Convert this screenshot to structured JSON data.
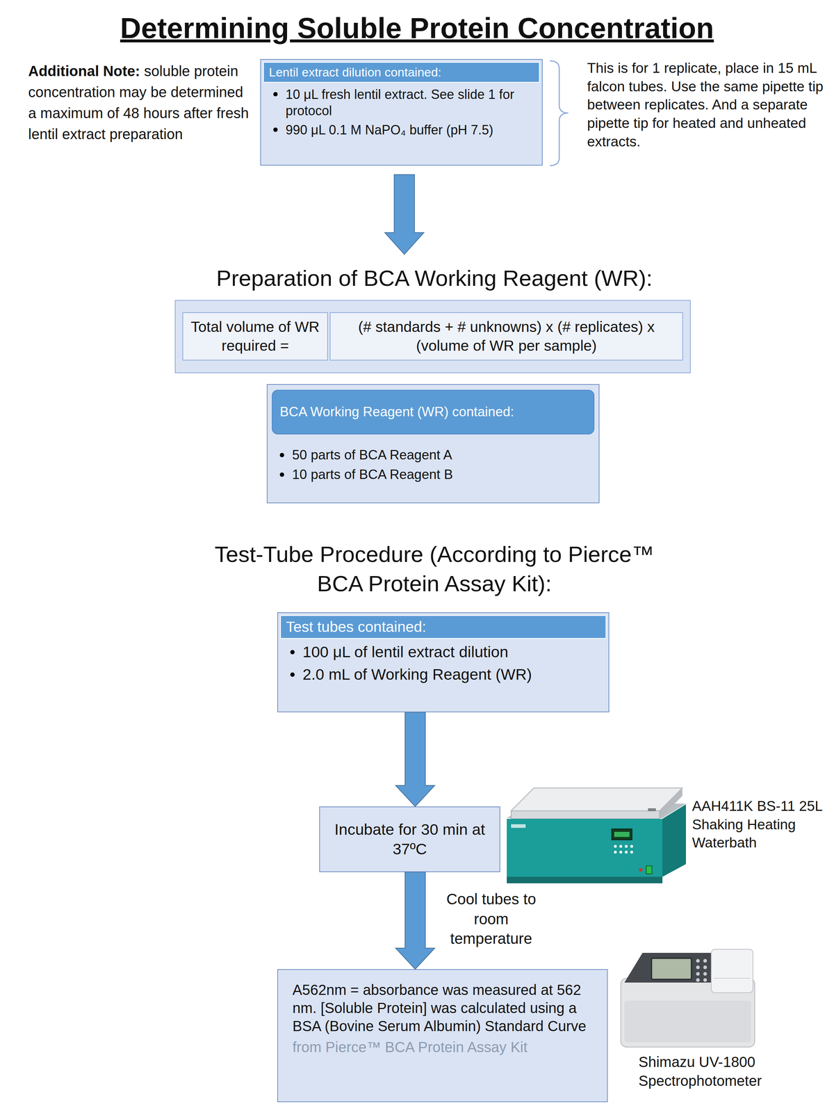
{
  "diagram": {
    "title": "Determining Soluble Protein Concentration",
    "nodes": [
      {
        "text": [
          "Lentil extract dilution contained:",
          "10 μL fresh lentil extract. See slide 1 for protocol",
          "990 μL 0.1 M NaPO₄ buffer (pH 7.5)"
        ]
      },
      {
        "text": [
          "Total volume of WR required ="
        ]
      },
      {
        "text": [
          "(# standards + # unknowns) x (# replicates) x (volume of WR per sample)"
        ]
      },
      {
        "text": [
          "BCA Working Reagent (WR) contained:",
          "50 parts of BCA Reagent A",
          "10 parts of BCA Reagent B"
        ]
      },
      {
        "text": [
          "Test tubes contained:",
          "100 μL of lentil extract dilution",
          "2.0 mL of Working Reagent (WR)"
        ]
      },
      {
        "text": [
          "Incubate for 30 min at 37ºC"
        ]
      },
      {
        "text": [
          "A562nm = absorbance was measured at 562 nm. [Soluble Protein] was calculated using a BSA (Bovine Serum Albumin) Standard Curve"
        ]
      }
    ],
    "edges": [
      {
        "from": 4,
        "to": 5,
        "arrow": "to"
      },
      {
        "from": 5,
        "to": 6,
        "arrow": "to",
        "label": "Cool tubes to room temperature"
      }
    ],
    "labels": [
      "Additional Note:",
      "soluble protein concentration may be determined a maximum of 48 hours after fresh lentil extract preparation",
      "This is for 1 replicate, place in 15 mL falcon tubes. Use the same pipette tip between replicates. And a separate pipette tip for heated and unheated extracts.",
      "Preparation of BCA Working Reagent (WR):",
      "Test-Tube Procedure (According to Pierce™ BCA Protein Assay Kit):",
      "AAH411K BS-11 25L Shaking Heating Waterbath",
      "from Pierce™ BCA Protein Assay Kit",
      "Shimazu UV-1800 Spectrophotometer"
    ]
  }
}
